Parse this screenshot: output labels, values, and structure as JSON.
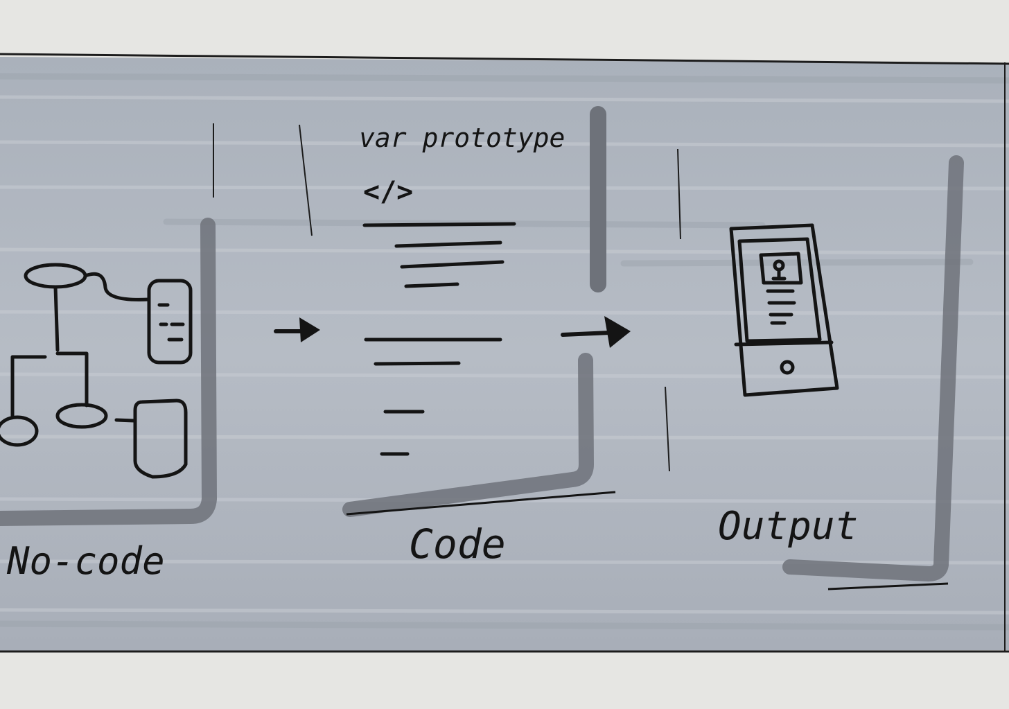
{
  "labels": {
    "nocode": "No-code",
    "code": "Code",
    "output": "Output",
    "code_header": "var prototype",
    "code_tag": "</>"
  },
  "colors": {
    "paper": "#e6e6e3",
    "wash": "#b0b6bf",
    "marker_gray": "#6e727a",
    "ink": "#141414"
  }
}
